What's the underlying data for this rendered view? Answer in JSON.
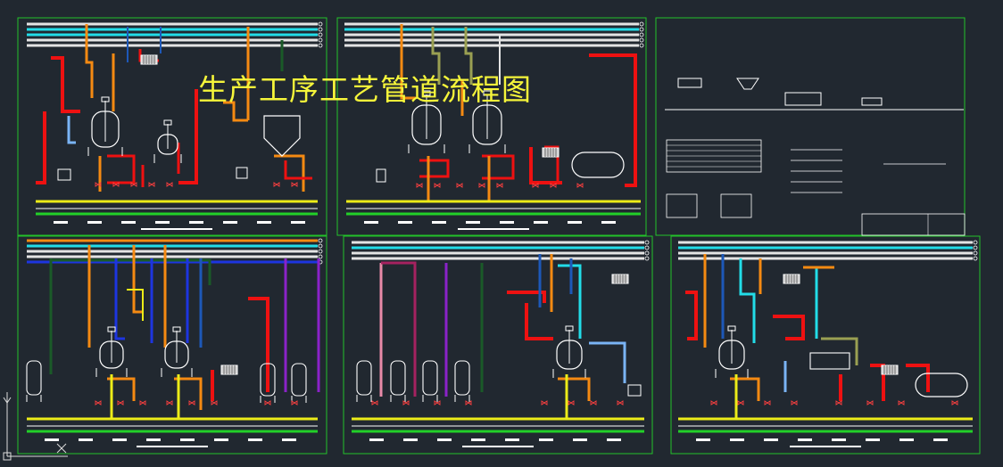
{
  "drawing_title": "生产工序工艺管道流程图",
  "colors": {
    "background": "#212830",
    "frame": "#22c22a",
    "orange": "#f58a12",
    "red": "#ee1111",
    "cyan": "#22dde8",
    "white": "#e4e4e4",
    "yellow": "#ecec18",
    "green": "#22d028",
    "blue": "#1d35e0",
    "navy": "#1d58b8",
    "lightblue": "#7ab4f5",
    "olive": "#9aa052",
    "purple": "#8a22c8",
    "magenta": "#a52260",
    "pink": "#e88aa8",
    "darkgreen": "#1a5a28",
    "title": "#f5f53a"
  },
  "panels": [
    {
      "id": "panel-top-1",
      "kind": "process"
    },
    {
      "id": "panel-top-2",
      "kind": "process"
    },
    {
      "id": "panel-legend",
      "kind": "legend"
    },
    {
      "id": "panel-bottom-1",
      "kind": "process"
    },
    {
      "id": "panel-bottom-2",
      "kind": "process"
    },
    {
      "id": "panel-bottom-3",
      "kind": "process"
    }
  ]
}
